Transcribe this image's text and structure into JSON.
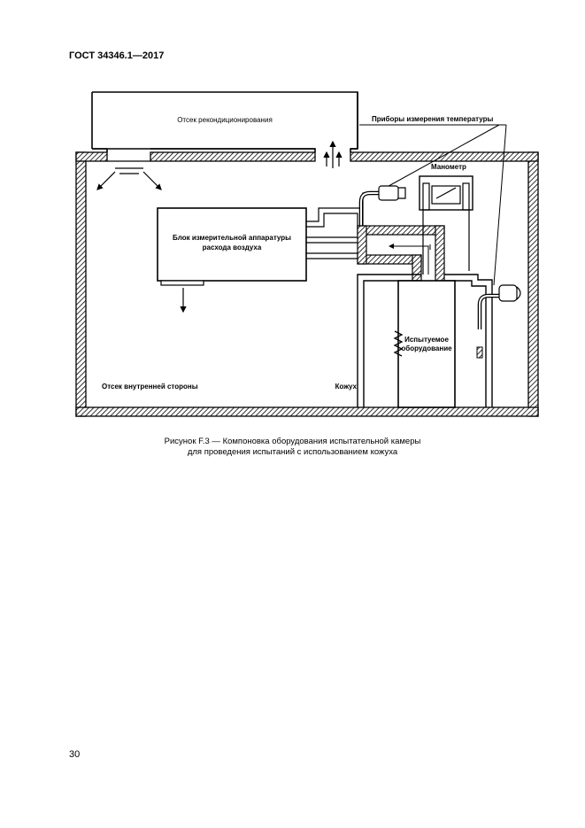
{
  "header": {
    "standard": "ГОСТ 34346.1—2017"
  },
  "figure": {
    "labels": {
      "conditioning": "Отсек реконди­ционирования",
      "temp_devices": "Приборы измерения температуры",
      "manometer": "Манометр",
      "airflow_unit_line1": "Блок измерительной аппаратуры",
      "airflow_unit_line2": "расхода воздуха",
      "test_equipment_line1": "Испытуемое",
      "test_equipment_line2": "оборудование",
      "inner_side": "Отсек внутренней стороны",
      "casing": "Кожух"
    }
  },
  "caption": {
    "line1": "Рисунок F.3 — Компоновка оборудования испытательной камеры",
    "line2": "для проведения испытаний с использованием кожуха"
  },
  "page": {
    "number": "30"
  }
}
